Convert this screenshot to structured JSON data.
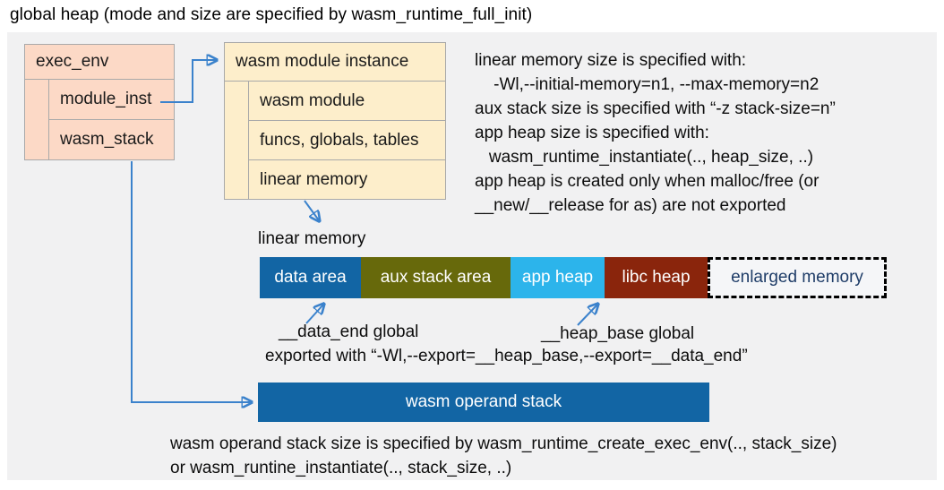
{
  "title": "global heap (mode and size are specified by wasm_runtime_full_init)",
  "exec_env_box": {
    "header": "exec_env",
    "rows": [
      "module_inst",
      "wasm_stack"
    ]
  },
  "module_instance_box": {
    "header": "wasm module instance",
    "rows": [
      "wasm module",
      "funcs, globals, tables",
      "linear memory"
    ]
  },
  "notes_right": {
    "lines": [
      "linear memory size is specified with:",
      "    -Wl,--initial-memory=n1, --max-memory=n2",
      "aux stack size is specified with “-z stack-size=n”",
      "app heap size is specified with:",
      "   wasm_runtime_instantiate(.., heap_size, ..)",
      "app heap is created only when malloc/free (or",
      "__new/__release for as) are not exported"
    ]
  },
  "linear_memory": {
    "label": "linear memory",
    "segments": [
      {
        "label": "data area",
        "color": "#1265a4"
      },
      {
        "label": "aux stack area",
        "color": "#67690b"
      },
      {
        "label": "app heap",
        "color": "#2cb4eb"
      },
      {
        "label": "libc heap",
        "color": "#8a250c"
      },
      {
        "label": "enlarged memory",
        "color": "#f5f6f8",
        "border": "dashed",
        "text_color": "#1f3d68"
      }
    ]
  },
  "annotations": {
    "data_end": "__data_end global",
    "heap_base": "__heap_base global",
    "exported": "exported with “-Wl,--export=__heap_base,--export=__data_end”"
  },
  "operand_stack": {
    "label": "wasm operand stack"
  },
  "bottom_note": {
    "lines": [
      "wasm operand stack size is specified by wasm_runtime_create_exec_env(.., stack_size)",
      "or wasm_runtine_instantiate(.., stack_size, ..)"
    ]
  },
  "colors": {
    "panel_bg": "#f1f1f2",
    "exec_env_box_bg": "#fcd9c6",
    "module_instance_box_bg": "#fdeecb",
    "box_border": "#a9a9a9",
    "operand_stack_bg": "#1265a4",
    "connector_blue": "#3b82cc",
    "enlarged_memory_text": "#1f3d68"
  }
}
